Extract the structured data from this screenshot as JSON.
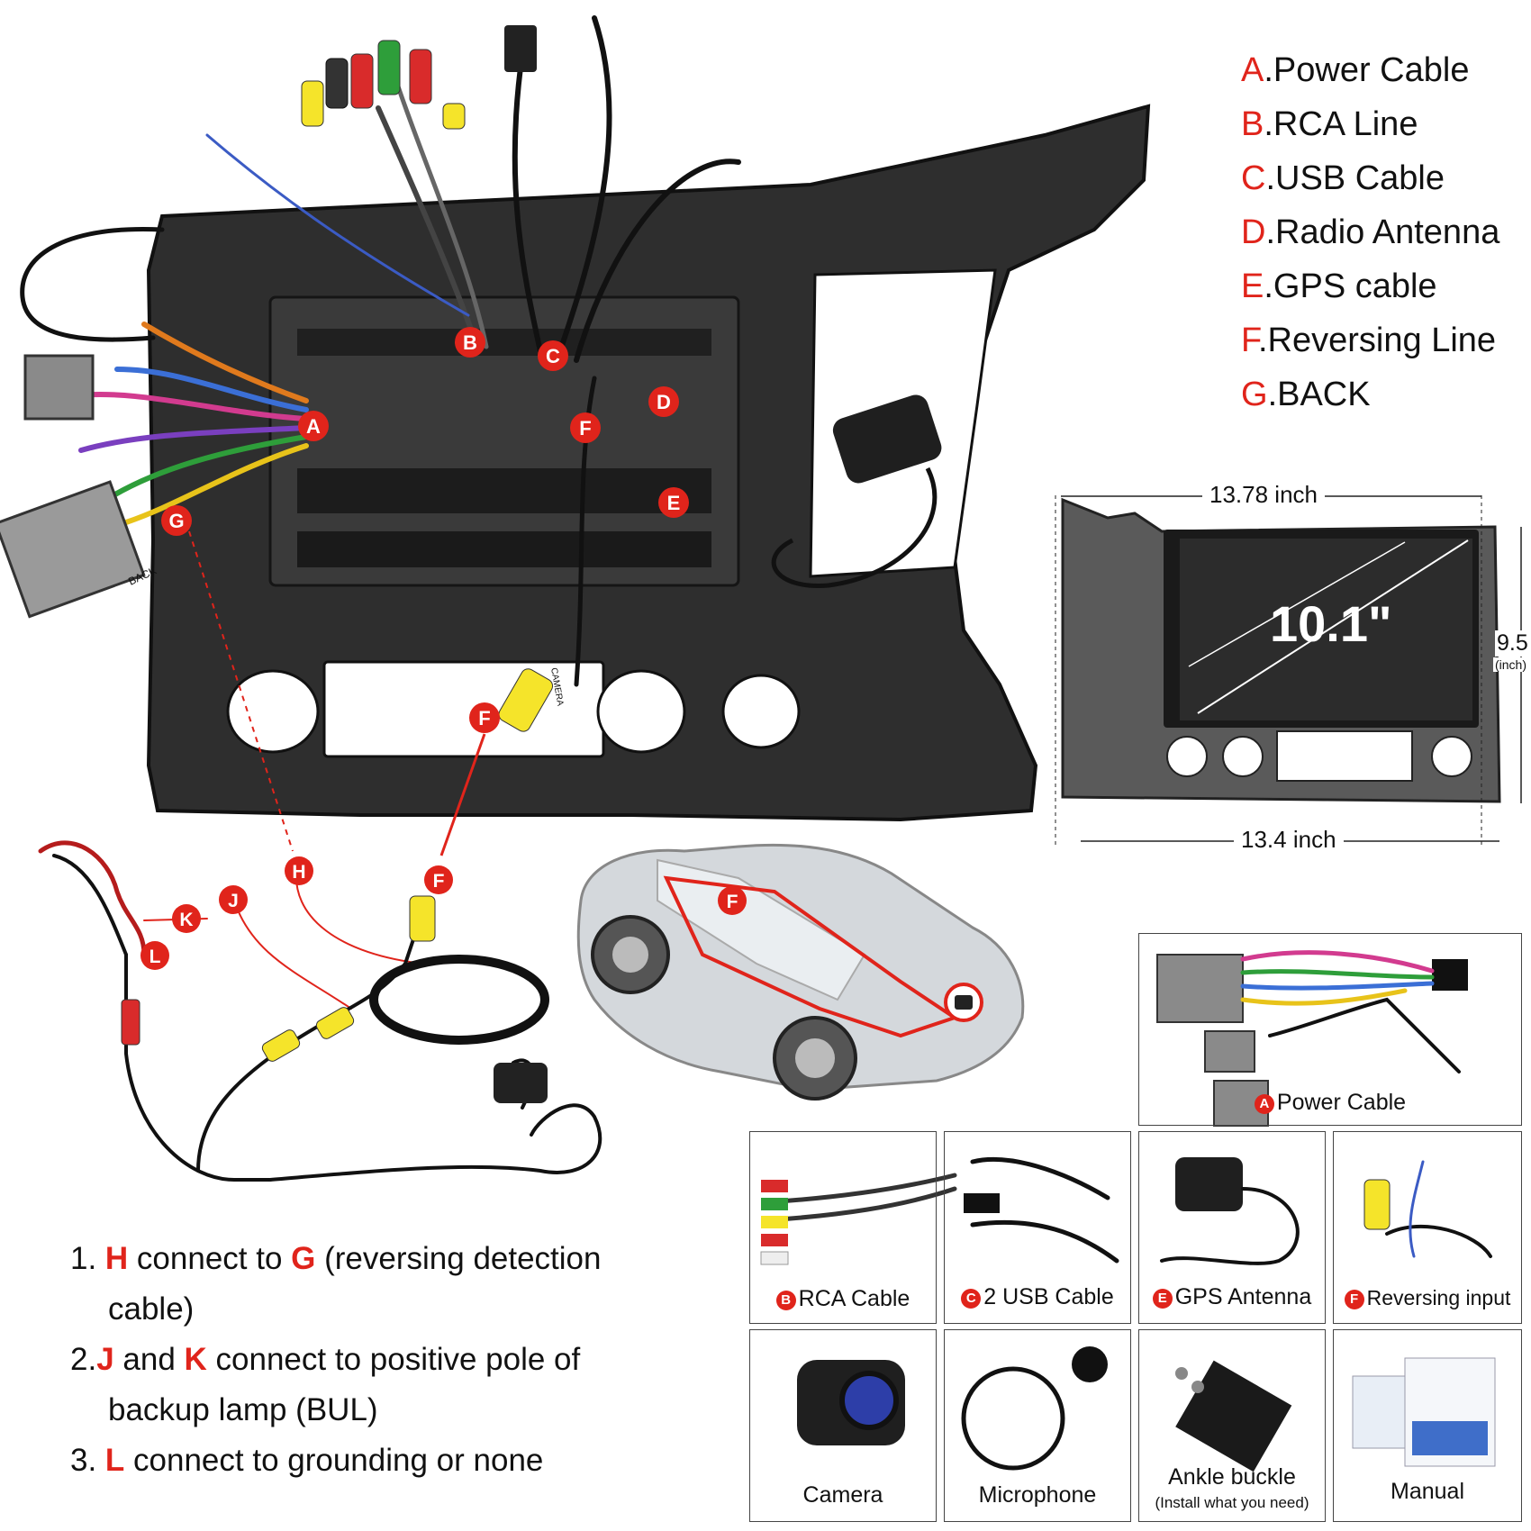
{
  "legend": [
    {
      "letter": "A",
      "text": ".Power Cable"
    },
    {
      "letter": "B",
      "text": ".RCA Line"
    },
    {
      "letter": "C",
      "text": ".USB Cable"
    },
    {
      "letter": "D",
      "text": ".Radio Antenna"
    },
    {
      "letter": "E",
      "text": ".GPS cable"
    },
    {
      "letter": "F",
      "text": ".Reversing Line"
    },
    {
      "letter": "G",
      "text": ".BACK"
    }
  ],
  "dimensions": {
    "width_top": "13.78 inch",
    "width_bottom": "13.4 inch",
    "height_value": "9.5",
    "height_unit": "(inch)",
    "screen": "10.1\""
  },
  "diagram_labels": {
    "A": "A",
    "B": "B",
    "C": "C",
    "D": "D",
    "E": "E",
    "F": "F",
    "G": "G",
    "H": "H",
    "J": "J",
    "K": "K",
    "L": "L",
    "back_tag": "BACK",
    "camera_tag": "CAMERA"
  },
  "instructions": {
    "item1_num": "1. ",
    "item1_h": "H",
    "item1_mid": " connect to ",
    "item1_g": "G",
    "item1_rest": " (reversing detection",
    "item1_line2": "cable)",
    "item2_num": "2.",
    "item2_j": "J",
    "item2_mid": " and ",
    "item2_k": "K",
    "item2_rest": " connect to positive pole of",
    "item2_line2": "backup lamp (BUL)",
    "item3_num": "3. ",
    "item3_l": "L",
    "item3_rest": " connect to grounding or none"
  },
  "accessories": {
    "power": {
      "letter": "A",
      "label": "Power Cable"
    },
    "rca": {
      "letter": "B",
      "label": "RCA Cable"
    },
    "usb": {
      "letter": "C",
      "label": "2 USB Cable"
    },
    "gps": {
      "letter": "E",
      "label": "GPS Antenna"
    },
    "reversing": {
      "letter": "F",
      "label": "Reversing input"
    },
    "camera": {
      "label": "Camera"
    },
    "microphone": {
      "label": "Microphone"
    },
    "ankle": {
      "label": "Ankle buckle",
      "sub": "(Install what you need)"
    },
    "manual": {
      "label": "Manual"
    }
  },
  "colors": {
    "accent": "#e0241b",
    "frame": "#2b2b2b",
    "outline": "#444444"
  }
}
